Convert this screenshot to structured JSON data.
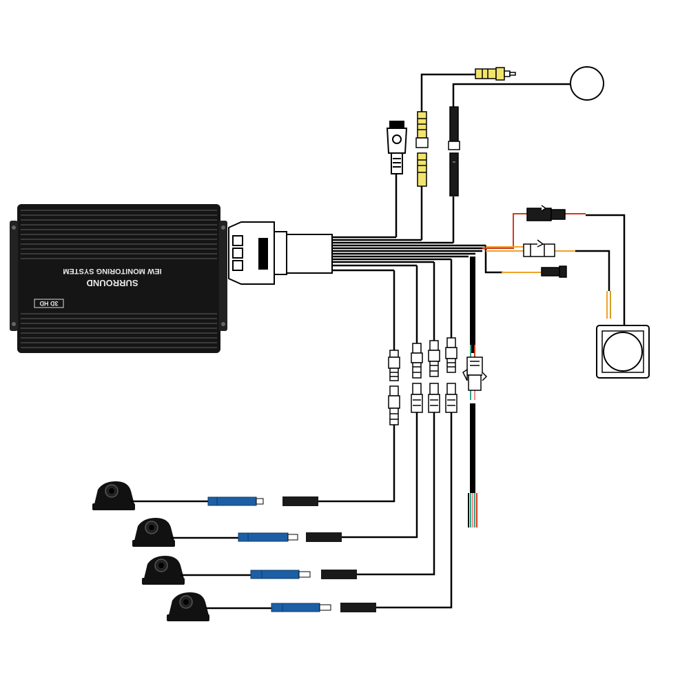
{
  "device": {
    "brand_line_1": "SURROUND",
    "brand_line_2": "IEW MONITORING SYSTEM",
    "badge": "3D HD"
  },
  "colors": {
    "wire": "#000000",
    "device_body": "#151515",
    "device_fin": "#2b2b2b",
    "yellow_plug": "#f2e36b",
    "blue_plug": "#1d5fa5",
    "red_wire": "#d03a1c",
    "orange_wire": "#f0a12a",
    "green_wire": "#2ea38a",
    "pink_wire": "#f08a8a"
  },
  "components": {
    "cameras": [
      "camera-1",
      "camera-2",
      "camera-3",
      "camera-4"
    ],
    "connectors": [
      "usb-connector",
      "video-rca-connector",
      "audio-connector",
      "power-connectors",
      "button-switch",
      "round-sensor"
    ]
  }
}
